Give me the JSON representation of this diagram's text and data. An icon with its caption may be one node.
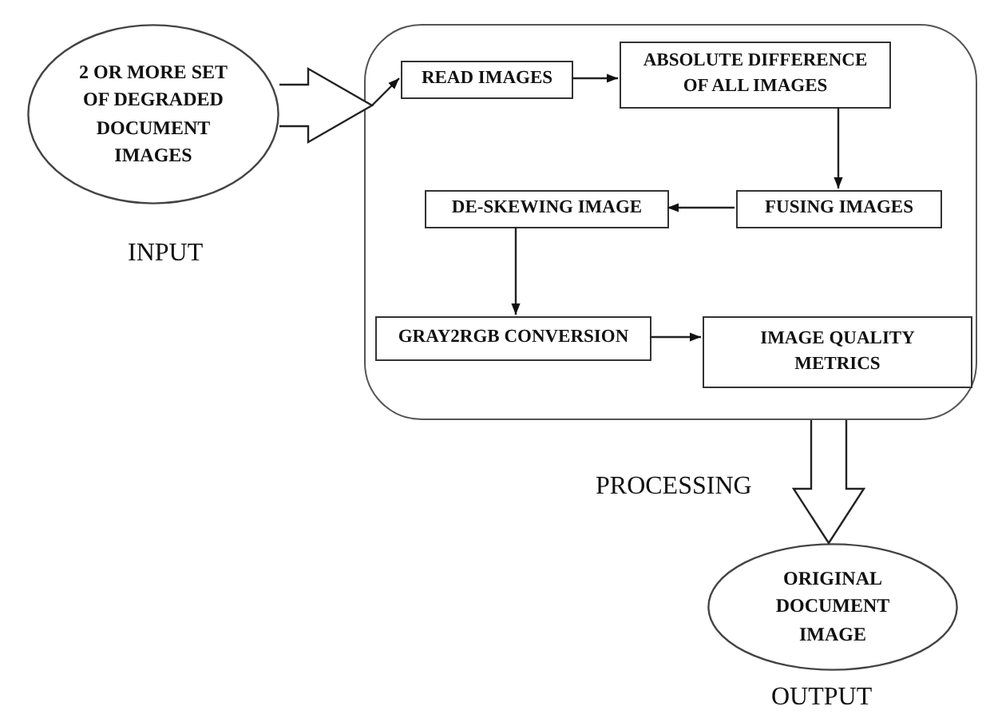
{
  "diagram": {
    "nodes": [
      {
        "text": [
          "2 OR MORE SET OF DEGRADED DOCUMENT IMAGES"
        ],
        "beside": [
          "INPUT"
        ]
      },
      {
        "text": [],
        "shape": "box",
        "beside": [
          "PROCESSING"
        ]
      },
      {
        "text": [
          "READ IMAGES"
        ],
        "in": 1
      },
      {
        "text": [
          "ABSOLUTE DIFFERENCE OF ALL IMAGES"
        ],
        "in": 1
      },
      {
        "text": [
          "FUSING IMAGES"
        ],
        "in": 1
      },
      {
        "text": [
          "DE-SKEWING IMAGE"
        ],
        "in": 1
      },
      {
        "text": [
          "GRAY2RGB CONVERSION"
        ],
        "in": 1
      },
      {
        "text": [
          "IMAGE QUALITY METRICS"
        ],
        "in": 1
      },
      {
        "text": [
          "ORIGINAL DOCUMENT IMAGE"
        ],
        "beside": [
          "OUTPUT"
        ]
      }
    ],
    "edges": [
      {
        "from": 0,
        "to": 1,
        "arrow": "to",
        "style": "thick"
      },
      {
        "from": 1,
        "to": 2,
        "arrow": "to"
      },
      {
        "from": 2,
        "to": 3,
        "arrow": "to"
      },
      {
        "from": 3,
        "to": 4,
        "arrow": "to"
      },
      {
        "from": 4,
        "to": 5,
        "arrow": "to"
      },
      {
        "from": 5,
        "to": 6,
        "arrow": "to"
      },
      {
        "from": 6,
        "to": 7,
        "arrow": "to"
      },
      {
        "from": 1,
        "to": 8,
        "arrow": "to",
        "style": "thick"
      }
    ]
  }
}
